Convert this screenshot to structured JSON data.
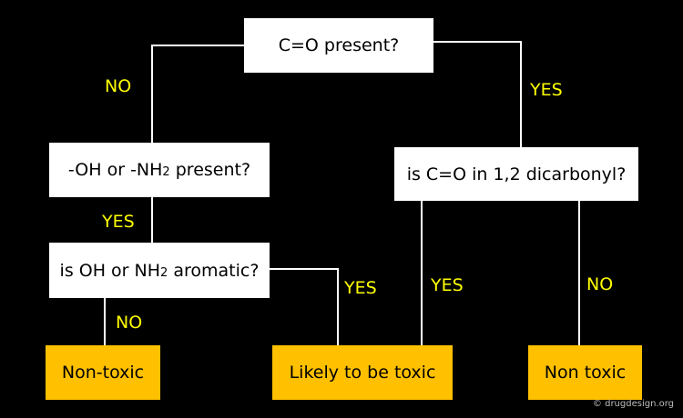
{
  "nodes": {
    "root": "C=O present?",
    "hydroxyl_amine": {
      "pre": "-OH or -NH",
      "sub": "2",
      "post": " present?"
    },
    "dicarbonyl": "is C=O in 1,2 dicarbonyl?",
    "aromatic": {
      "pre": "is OH or NH",
      "sub": "2",
      "post": " aromatic?"
    },
    "non_toxic_left": "Non-toxic",
    "likely_toxic": "Likely to be toxic",
    "non_toxic_right": "Non toxic"
  },
  "edges": {
    "root_no": "NO",
    "root_yes": "YES",
    "hydroxyl_yes": "YES",
    "aromatic_no": "NO",
    "aromatic_yes": "YES",
    "dicarbonyl_yes": "YES",
    "dicarbonyl_no": "NO"
  },
  "credit": "© drugdesign.org",
  "colors": {
    "background": "#000000",
    "question_box": "#ffffff",
    "outcome_box": "#ffc000",
    "edge_label": "#ffff00",
    "connector": "#ffffff"
  }
}
